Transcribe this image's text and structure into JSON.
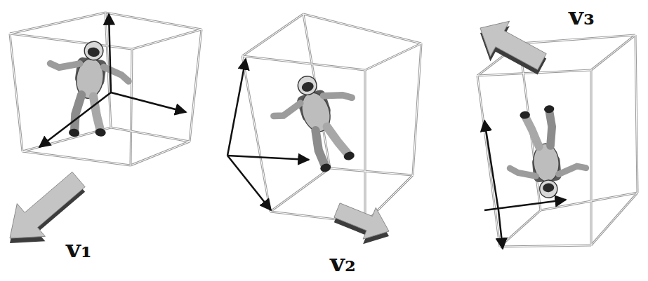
{
  "diagram": {
    "labels": [
      "v₁",
      "v₂",
      "v₃"
    ]
  }
}
